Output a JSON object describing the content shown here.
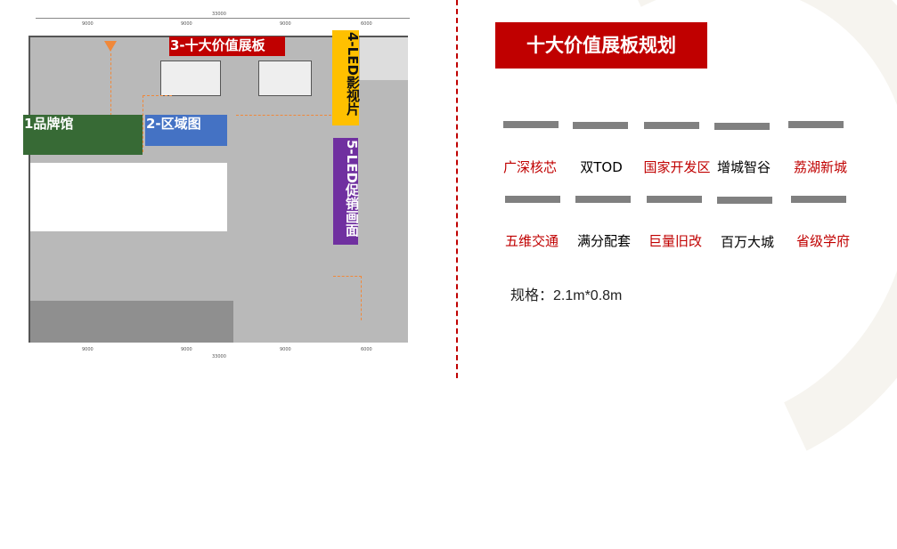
{
  "plan": {
    "labels": [
      {
        "text": "1品牌馆",
        "color": "#376a35"
      },
      {
        "text": "2-区域图",
        "color": "#4472c4"
      },
      {
        "text": "3-十大价值展板",
        "color": "#c00000"
      },
      {
        "text": "4-LED影视片",
        "color": "#ffc000"
      },
      {
        "text": "5-LED促销画面",
        "color": "#7030a0"
      }
    ],
    "dimensions": {
      "top_total": "33000",
      "top": [
        "9000",
        "9000",
        "9000",
        "6000"
      ],
      "bottom": [
        "9000",
        "9000",
        "9000",
        "6000"
      ],
      "bottom_total": "33000"
    }
  },
  "panel": {
    "title": "十大价值展板规划",
    "row1": [
      {
        "text": "广深核芯",
        "color": "#c00000"
      },
      {
        "text": "双TOD",
        "color": "#000000"
      },
      {
        "text": "国家开发区",
        "color": "#c00000"
      },
      {
        "text": "增城智谷",
        "color": "#000000"
      },
      {
        "text": "荔湖新城",
        "color": "#c00000"
      }
    ],
    "row2": [
      {
        "text": "五维交通",
        "color": "#c00000"
      },
      {
        "text": "满分配套",
        "color": "#000000"
      },
      {
        "text": "巨量旧改",
        "color": "#c00000"
      },
      {
        "text": "百万大城",
        "color": "#000000"
      },
      {
        "text": "省级学府",
        "color": "#c00000"
      }
    ],
    "spec": "规格：2.1m*0.8m"
  },
  "colors": {
    "accent": "#c00000",
    "bar": "#808080"
  }
}
